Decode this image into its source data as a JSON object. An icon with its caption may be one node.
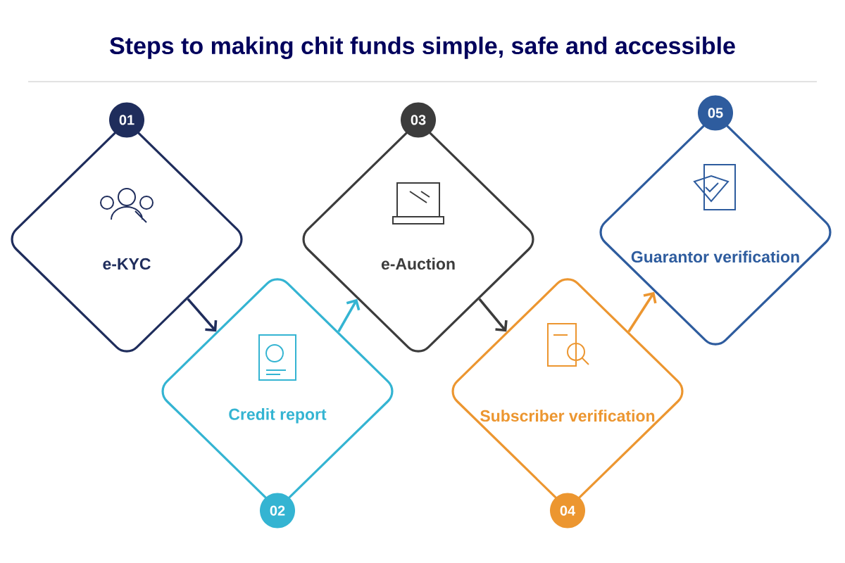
{
  "diagram": {
    "title": "Steps to making chit funds simple, safe and accessible",
    "nodes": [
      {
        "text": [
          "e-KYC"
        ],
        "beside": [
          "01"
        ]
      },
      {
        "text": [
          "Credit report"
        ],
        "beside": [
          "02"
        ]
      },
      {
        "text": [
          "e-Auction"
        ],
        "beside": [
          "03"
        ]
      },
      {
        "text": [
          "Subscriber verification"
        ],
        "beside": [
          "04"
        ]
      },
      {
        "text": [
          "Guarantor verification"
        ],
        "beside": [
          "05"
        ]
      }
    ],
    "edges": [
      {
        "from": 0,
        "to": 1,
        "arrow": "to",
        "color": "#1f2d5c"
      },
      {
        "from": 1,
        "to": 2,
        "arrow": "to",
        "color": "#34b4d2"
      },
      {
        "from": 2,
        "to": 3,
        "arrow": "to",
        "color": "#3c3c3c"
      },
      {
        "from": 3,
        "to": 4,
        "arrow": "to",
        "color": "#ec9630"
      }
    ]
  }
}
